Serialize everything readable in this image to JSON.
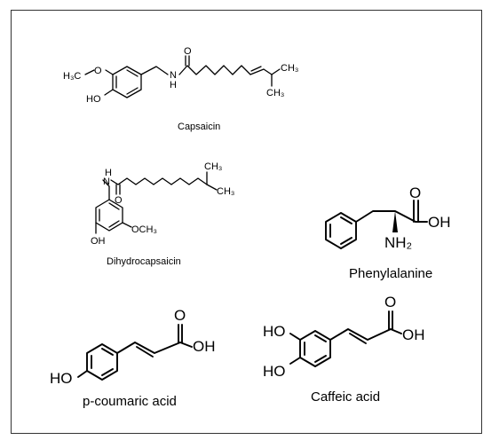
{
  "figure": {
    "molecules": [
      {
        "name": "Capsaicin",
        "atoms": {
          "h3c": "H₃C",
          "o_methoxy": "O",
          "ho": "HO",
          "nh_n": "N",
          "nh_h": "H",
          "o_carbonyl": "O",
          "ch3_top": "CH₃",
          "ch3_bottom": "CH₃"
        }
      },
      {
        "name": "Dihydrocapsaicin",
        "atoms": {
          "h": "H",
          "n": "N",
          "o_carbonyl": "O",
          "ch3_top": "CH₃",
          "ch3_right": "CH₃",
          "och3": "OCH₃",
          "oh": "OH"
        }
      },
      {
        "name": "Phenylalanine",
        "atoms": {
          "o_carbonyl": "O",
          "oh": "OH",
          "nh2": "NH₂"
        }
      },
      {
        "name": "p-coumaric acid",
        "atoms": {
          "o_carbonyl": "O",
          "oh": "OH",
          "ho": "HO"
        }
      },
      {
        "name": "Caffeic acid",
        "atoms": {
          "o_carbonyl": "O",
          "oh": "OH",
          "ho_top": "HO",
          "ho_bottom": "HO"
        }
      }
    ]
  }
}
